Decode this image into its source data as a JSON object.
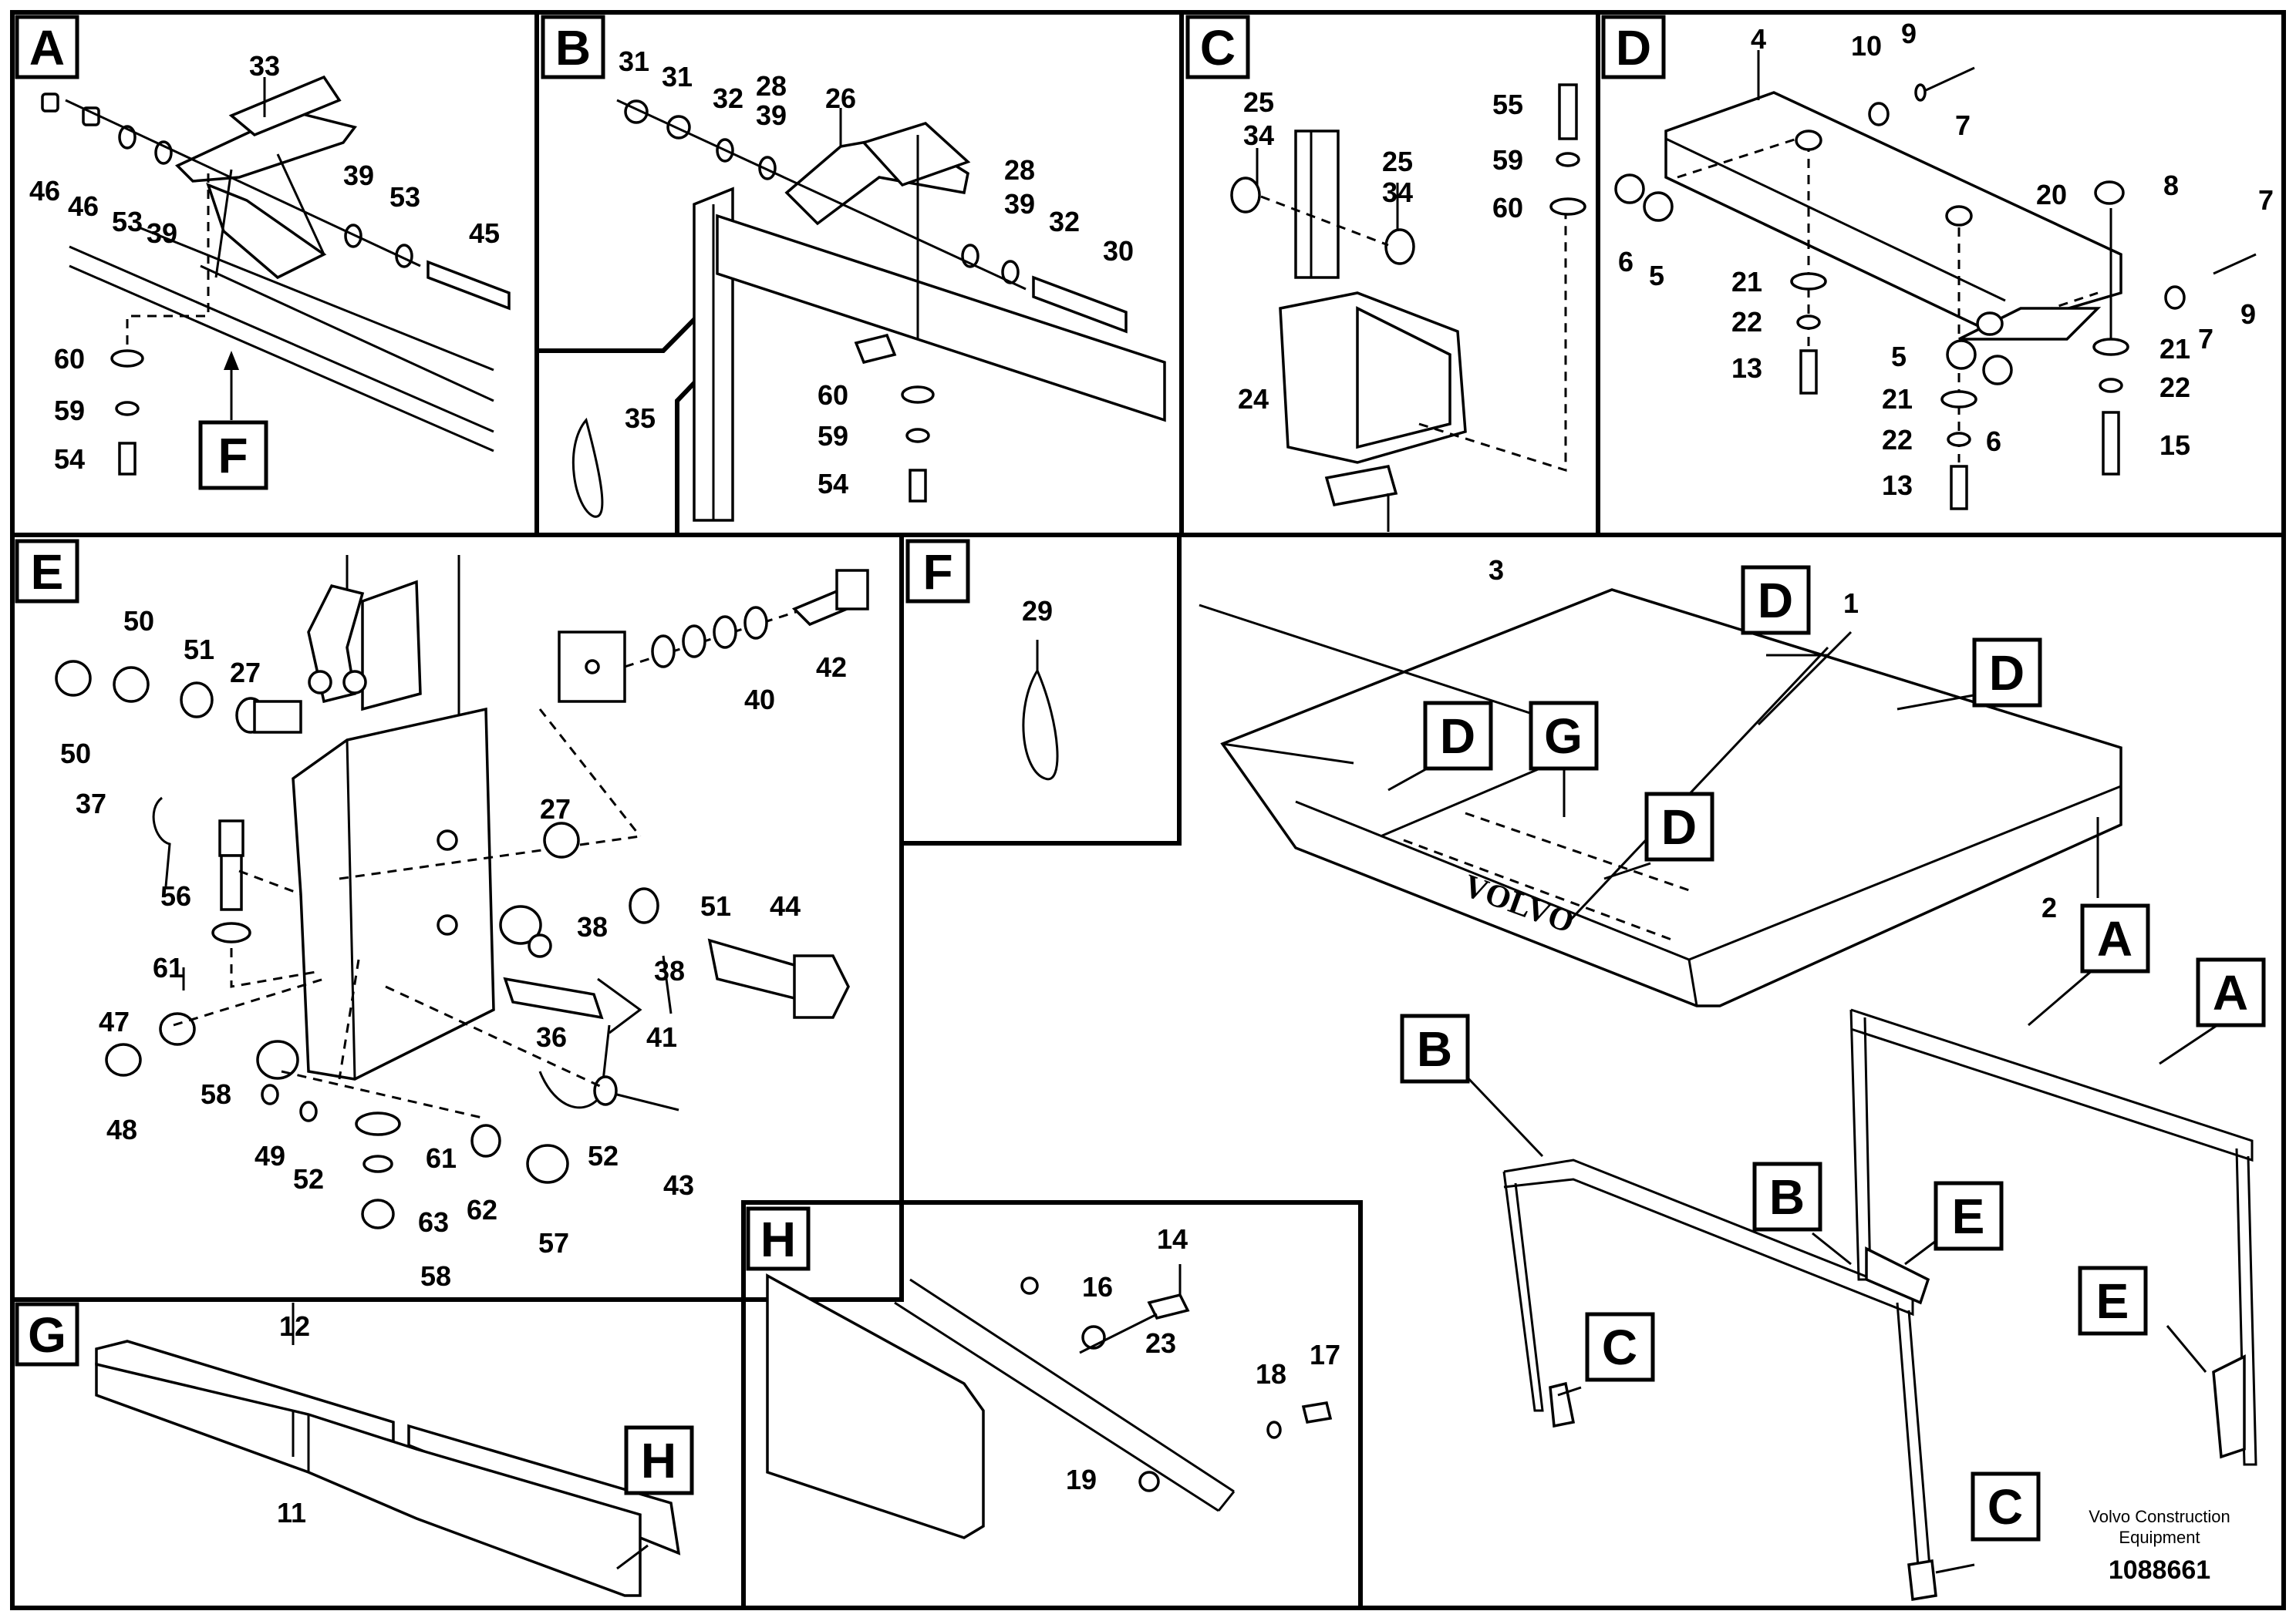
{
  "panels": {
    "A": {
      "letter": "A",
      "parts": [
        "33",
        "46",
        "46",
        "53",
        "39",
        "39",
        "53",
        "45",
        "60",
        "59",
        "54",
        "F"
      ]
    },
    "B": {
      "letter": "B",
      "parts": [
        "31",
        "31",
        "32",
        "28",
        "39",
        "26",
        "28",
        "39",
        "32",
        "30",
        "60",
        "59",
        "54",
        "35"
      ]
    },
    "C": {
      "letter": "C",
      "parts": [
        "25",
        "34",
        "25",
        "34",
        "55",
        "59",
        "60",
        "24"
      ]
    },
    "D": {
      "letter": "D",
      "parts": [
        "4",
        "10",
        "9",
        "7",
        "6",
        "5",
        "20",
        "8",
        "7",
        "21",
        "22",
        "13",
        "9",
        "7",
        "5",
        "21",
        "22",
        "13",
        "6",
        "21",
        "22",
        "15"
      ]
    },
    "E": {
      "letter": "E",
      "parts": [
        "50",
        "51",
        "27",
        "50",
        "37",
        "56",
        "61",
        "47",
        "48",
        "27",
        "51",
        "44",
        "38",
        "38",
        "36",
        "41",
        "58",
        "49",
        "52",
        "61",
        "63",
        "58",
        "62",
        "57",
        "52",
        "43",
        "40",
        "42"
      ]
    },
    "F": {
      "letter": "F",
      "parts": [
        "29"
      ]
    },
    "G": {
      "letter": "G",
      "parts": [
        "12",
        "11",
        "H"
      ]
    },
    "H": {
      "letter": "H",
      "parts": [
        "14",
        "16",
        "23",
        "18",
        "17",
        "19"
      ]
    }
  },
  "overview": {
    "parts": [
      "3",
      "1",
      "2"
    ],
    "callouts": [
      "D",
      "D",
      "D",
      "G",
      "D",
      "A",
      "A",
      "B",
      "B",
      "E",
      "E",
      "C",
      "C"
    ],
    "brand": "VOLVO"
  },
  "footer": {
    "company_line1": "Volvo Construction",
    "company_line2": "Equipment",
    "drawing_number": "1088661"
  }
}
